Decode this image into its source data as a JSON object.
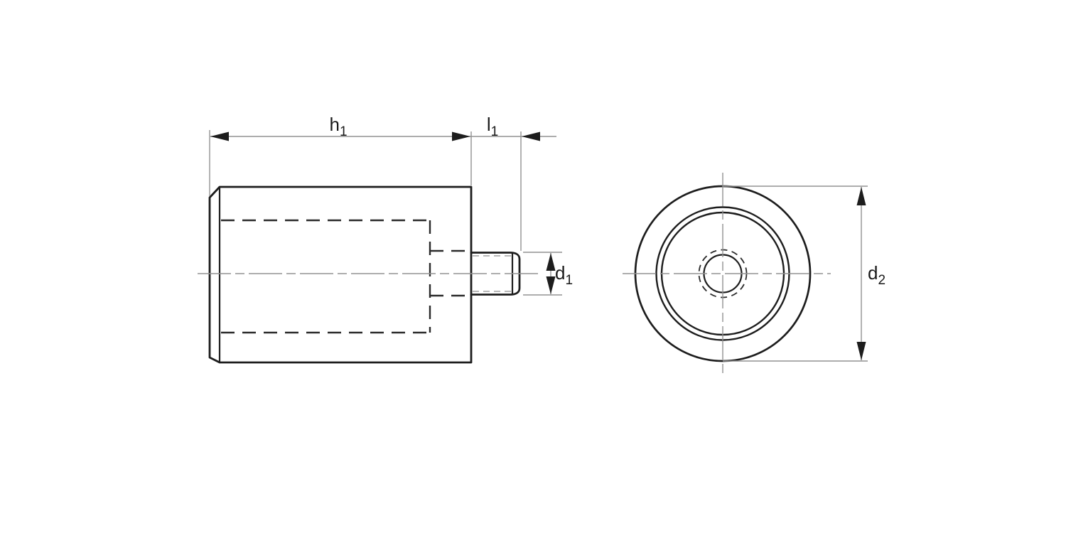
{
  "drawing": {
    "dimensions": {
      "h1": {
        "letter": "h",
        "subscript": "1"
      },
      "l1": {
        "letter": "l",
        "subscript": "1"
      },
      "d1": {
        "letter": "d",
        "subscript": "1"
      },
      "d2": {
        "letter": "d",
        "subscript": "2"
      }
    },
    "colors": {
      "background": "#ffffff",
      "outline": "#1d1d1d",
      "hidden_line": "#2a2a2a",
      "thin_line": "#929292",
      "label": "#1a1a1a"
    }
  }
}
